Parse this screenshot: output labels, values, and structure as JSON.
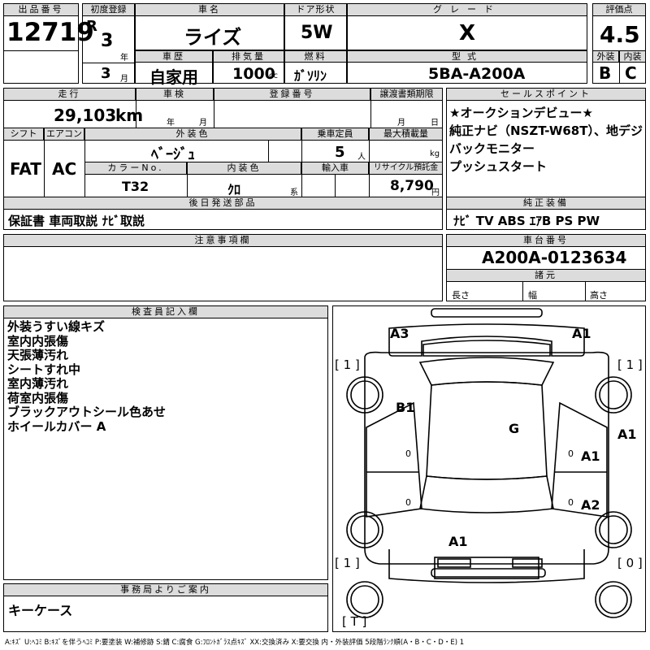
{
  "lot": {
    "label": "出品番号",
    "value": "12719"
  },
  "first_reg": {
    "label": "初度登録",
    "era": "R",
    "year": "3",
    "year_unit": "年",
    "month": "3",
    "month_unit": "月"
  },
  "car_name": {
    "label": "車名",
    "value": "ライズ"
  },
  "door": {
    "label": "ドア形状",
    "value": "5W"
  },
  "grade": {
    "label": "グレード",
    "value": "X"
  },
  "score": {
    "label": "評価点",
    "value": "4.5",
    "ext_label": "外装",
    "int_label": "内装",
    "ext_value": "B",
    "int_value": "C"
  },
  "history": {
    "label": "車歴",
    "value": "自家用"
  },
  "displacement": {
    "label": "排気量",
    "value": "1000",
    "unit": "cc"
  },
  "fuel": {
    "label": "燃料",
    "value": "ｶﾞｿﾘﾝ"
  },
  "model": {
    "label": "型式",
    "value": "5BA-A200A"
  },
  "mileage": {
    "label": "走行",
    "value": "29,103",
    "unit": "km"
  },
  "inspection": {
    "label": "車検",
    "year_unit": "年",
    "month_unit": "月"
  },
  "reg_no": {
    "label": "登録番号"
  },
  "transfer_deadline": {
    "label": "譲渡書類期限",
    "month_unit": "月",
    "day_unit": "日"
  },
  "sales_point": {
    "label": "セールスポイント",
    "lines": [
      "★オークションデビュー★",
      "純正ナビ（NSZT-W68T）、地デジ",
      "バックモニター",
      "プッシュスタート"
    ]
  },
  "shift": {
    "label": "シフト",
    "value": "FAT"
  },
  "aircon": {
    "label": "エアコン",
    "value": "AC"
  },
  "ext_color": {
    "label": "外装色",
    "value": "ﾍﾞｰｼﾞｭ"
  },
  "capacity": {
    "label": "乗車定員",
    "value": "5",
    "unit": "人"
  },
  "max_load": {
    "label": "最大積載量",
    "unit": "kg"
  },
  "color_no": {
    "label": "カラーNo.",
    "value": "T32"
  },
  "int_color": {
    "label": "内装色",
    "value": "ｸﾛ",
    "unit": "系"
  },
  "import": {
    "label": "輸入車"
  },
  "recycle": {
    "label": "リサイクル預託金",
    "value": "8,790",
    "unit": "円"
  },
  "later_parts": {
    "label": "後日発送部品",
    "value": "保証書 車両取説 ﾅﾋﾞ取説"
  },
  "equipment": {
    "label": "純正装備",
    "value": "ﾅﾋﾞ TV ABS ｴｱB PS PW"
  },
  "notes": {
    "label": "注意事項欄"
  },
  "chassis": {
    "label": "車台番号",
    "value": "A200A-0123634"
  },
  "specs": {
    "label": "諸元",
    "length": "長さ",
    "width": "幅",
    "height": "高さ"
  },
  "inspector": {
    "label": "検査員記入欄",
    "lines": [
      "外装うすい線キズ",
      "室内内張傷",
      "天張薄汚れ",
      "シートすれ中",
      "室内薄汚れ",
      "荷室内張傷",
      "ブラックアウトシール色あせ",
      "ホイールカバー A"
    ]
  },
  "office": {
    "label": "事務局よりご案内",
    "value": "キーケース"
  },
  "diagram": {
    "marks": {
      "front_left": "A3",
      "front_right": "A1",
      "left_front_door": "B1",
      "roof": "G",
      "right_front_fender": "A1",
      "right_rear_door": "A1",
      "right_rear_quarter": "A2",
      "rear": "A1"
    },
    "tires": {
      "front_left": "[ 1 ]",
      "front_right": "[ 1 ]",
      "rear_left": "[ 1 ]",
      "rear_right": "[ 0 ]",
      "spare": "[ T ]"
    },
    "inner_zero_a": "0",
    "inner_zero_b": "0",
    "inner_zero_c": "0",
    "inner_zero_d": "0"
  },
  "legend": "A:ｷｽﾞ U:ﾍｺﾐ B:ｷｽﾞを伴うﾍｺﾐ P:要塗装 W:補修跡 S:錆 C:腐食 G:ﾌﾛﾝﾄｶﾞﾗｽ点ｷｽﾞ XX:交換済み X:要交換 内・外装評価 5段階ﾗﾝｸ順(A・B・C・D・E) 1"
}
